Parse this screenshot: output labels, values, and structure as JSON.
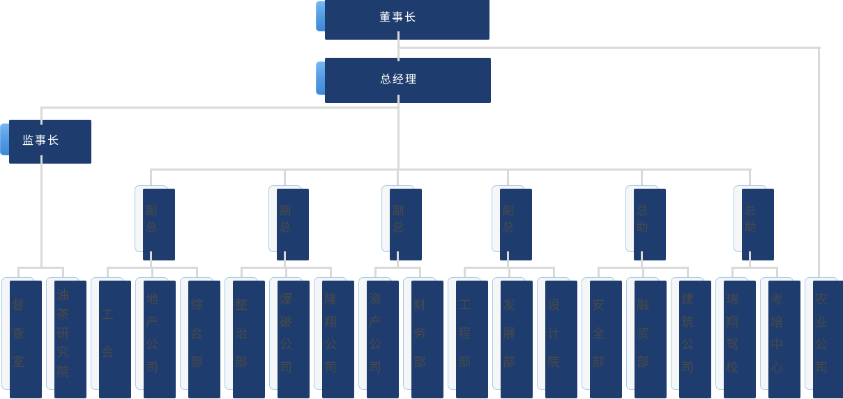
{
  "org": {
    "root": "董事长",
    "general_manager": "总经理",
    "supervisor": "监事长",
    "middle": [
      "副总",
      "副总",
      "副总",
      "副总",
      "总助",
      "总助"
    ],
    "departments": [
      "督查室",
      "油茶研究院",
      "工会",
      "地产公司",
      "综合部",
      "整治部",
      "爆破公司",
      "隆翔公司",
      "资产公司",
      "财务部",
      "工程部",
      "发展部",
      "设计院",
      "安全部",
      "融资部",
      "建筑公司",
      "瑞翔驾校",
      "考培中心",
      "农业公司"
    ],
    "relationships": [
      {
        "parent": "董事长",
        "children": [
          "总经理",
          "农业公司"
        ]
      },
      {
        "parent": "总经理",
        "children": [
          "监事长",
          "副总",
          "副总",
          "副总",
          "副总",
          "总助",
          "总助"
        ]
      },
      {
        "parent": "监事长",
        "children": [
          "督查室",
          "油茶研究院"
        ]
      },
      {
        "parent": "副总 (1)",
        "children": [
          "工会",
          "地产公司",
          "综合部"
        ]
      },
      {
        "parent": "副总 (2)",
        "children": [
          "整治部",
          "爆破公司",
          "隆翔公司"
        ]
      },
      {
        "parent": "副总 (3)",
        "children": [
          "资产公司",
          "财务部"
        ]
      },
      {
        "parent": "副总 (4)",
        "children": [
          "工程部",
          "发展部",
          "设计院"
        ]
      },
      {
        "parent": "总助 (1)",
        "children": [
          "安全部",
          "融资部",
          "建筑公司"
        ]
      },
      {
        "parent": "总助 (2)",
        "children": [
          "瑞翔驾校",
          "考培中心"
        ]
      }
    ],
    "colors": {
      "header_gradient_top": "#7ab7f0",
      "header_gradient_bottom": "#3e88d8",
      "shadow_navy": "#1e3c6e",
      "node_fill": "#f4f6f8",
      "node_border": "#a6cbec",
      "connector": "#d9d9d9",
      "header_text": "#ffffff",
      "node_text": "#4a4a4a"
    }
  }
}
